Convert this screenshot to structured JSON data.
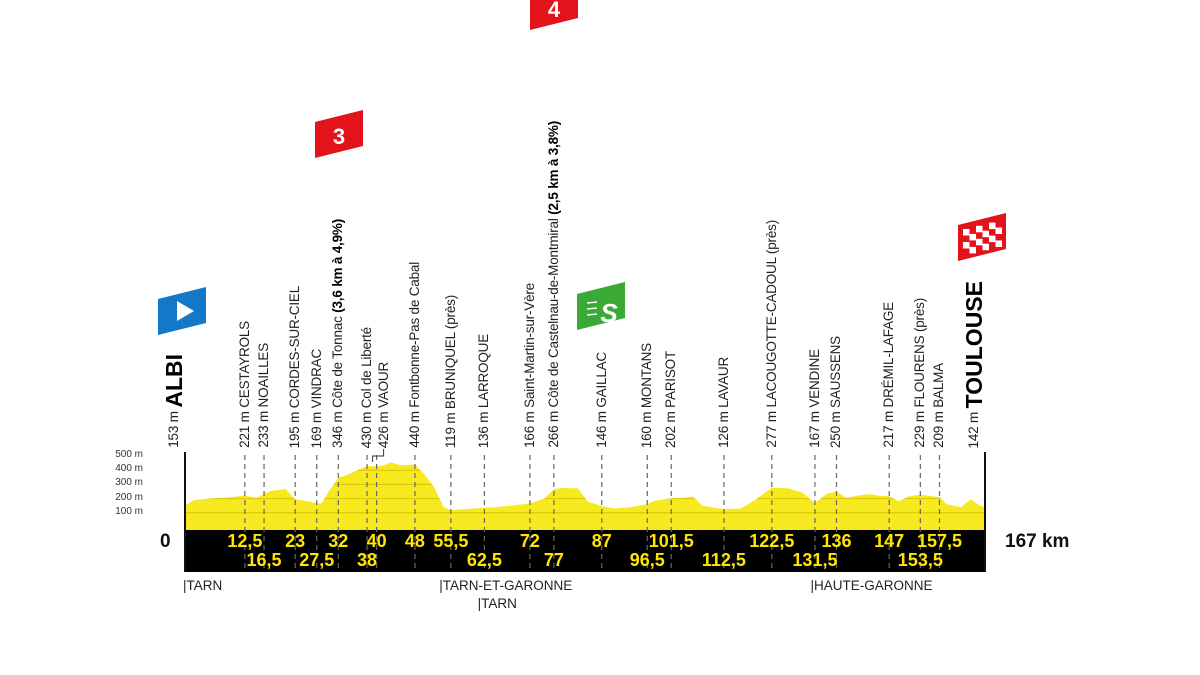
{
  "chart_data": {
    "type": "area",
    "xlim": [
      0,
      167
    ],
    "ylim": [
      0,
      500
    ],
    "y_ticks": [
      "100 m",
      "200 m",
      "300 m",
      "400 m",
      "500 m"
    ],
    "y_tick_values": [
      100,
      200,
      300,
      400,
      500
    ],
    "start_label": "0",
    "end_label": "167 km",
    "fill_color": "#f7e920",
    "grid_color": "#d9c400",
    "bar_color": "#000000",
    "km_color": "#ffe600",
    "profile": [
      [
        0,
        153
      ],
      [
        2,
        190
      ],
      [
        5,
        200
      ],
      [
        8,
        205
      ],
      [
        10,
        212
      ],
      [
        12.5,
        221
      ],
      [
        15,
        205
      ],
      [
        16.5,
        233
      ],
      [
        18,
        255
      ],
      [
        20,
        262
      ],
      [
        21,
        270
      ],
      [
        22,
        230
      ],
      [
        23,
        195
      ],
      [
        25,
        185
      ],
      [
        27.5,
        169
      ],
      [
        28.5,
        165
      ],
      [
        30,
        250
      ],
      [
        32,
        346
      ],
      [
        34,
        370
      ],
      [
        36,
        400
      ],
      [
        38,
        430
      ],
      [
        40,
        426
      ],
      [
        42,
        440
      ],
      [
        43,
        455
      ],
      [
        45,
        435
      ],
      [
        48,
        440
      ],
      [
        50,
        370
      ],
      [
        52,
        280
      ],
      [
        54,
        140
      ],
      [
        55.5,
        119
      ],
      [
        58,
        125
      ],
      [
        60,
        130
      ],
      [
        62.5,
        136
      ],
      [
        65,
        140
      ],
      [
        68,
        150
      ],
      [
        72,
        166
      ],
      [
        75,
        200
      ],
      [
        77,
        266
      ],
      [
        79,
        275
      ],
      [
        82,
        272
      ],
      [
        84,
        180
      ],
      [
        87,
        146
      ],
      [
        90,
        130
      ],
      [
        93,
        140
      ],
      [
        96.5,
        160
      ],
      [
        98,
        185
      ],
      [
        101.5,
        202
      ],
      [
        104,
        205
      ],
      [
        106,
        215
      ],
      [
        108,
        150
      ],
      [
        112.5,
        126
      ],
      [
        116,
        130
      ],
      [
        119,
        190
      ],
      [
        122.5,
        277
      ],
      [
        126,
        272
      ],
      [
        129,
        240
      ],
      [
        131.5,
        167
      ],
      [
        134,
        235
      ],
      [
        136,
        250
      ],
      [
        138,
        205
      ],
      [
        141,
        225
      ],
      [
        143,
        232
      ],
      [
        145,
        220
      ],
      [
        147,
        217
      ],
      [
        149,
        180
      ],
      [
        151,
        215
      ],
      [
        153.5,
        229
      ],
      [
        157.5,
        209
      ],
      [
        159,
        160
      ],
      [
        162,
        140
      ],
      [
        164,
        195
      ],
      [
        166,
        150
      ],
      [
        167,
        142
      ]
    ]
  },
  "waypoints": [
    {
      "km": 0,
      "alt": "153 m",
      "name": "ALBI",
      "detail": "",
      "type": "start"
    },
    {
      "km": 12.5,
      "alt": "221 m",
      "name": "CESTAYROLS",
      "detail": ""
    },
    {
      "km": 16.5,
      "alt": "233 m",
      "name": "NOAILLES",
      "detail": ""
    },
    {
      "km": 23,
      "alt": "195 m",
      "name": "CORDES-SUR-CIEL",
      "detail": ""
    },
    {
      "km": 27.5,
      "alt": "169 m",
      "name": "VINDRAC",
      "detail": ""
    },
    {
      "km": 32,
      "alt": "346 m",
      "name": "Côte de Tonnac",
      "detail": "(3,6 km à 4,9%)",
      "category": "3"
    },
    {
      "km": 38,
      "alt": "430 m",
      "name": "Col de Liberté",
      "detail": ""
    },
    {
      "km": 40,
      "alt": "426 m",
      "name": "VAOUR",
      "detail": "",
      "offset": true
    },
    {
      "km": 48,
      "alt": "440 m",
      "name": "Fontbonne-Pas de Cabal",
      "detail": ""
    },
    {
      "km": 55.5,
      "alt": "119 m",
      "name": "BRUNIQUEL (près)",
      "detail": ""
    },
    {
      "km": 62.5,
      "alt": "136 m",
      "name": "LARROQUE",
      "detail": ""
    },
    {
      "km": 72,
      "alt": "166 m",
      "name": "Saint-Martin-sur-Vère",
      "detail": ""
    },
    {
      "km": 77,
      "alt": "266 m",
      "name": "Côte de Castelnau-de-Montmiral",
      "detail": "(2,5 km à 3,8%)",
      "category": "4"
    },
    {
      "km": 87,
      "alt": "146 m",
      "name": "GAILLAC",
      "detail": "",
      "sprint": true
    },
    {
      "km": 96.5,
      "alt": "160 m",
      "name": "MONTANS",
      "detail": ""
    },
    {
      "km": 101.5,
      "alt": "202 m",
      "name": "PARISOT",
      "detail": ""
    },
    {
      "km": 112.5,
      "alt": "126 m",
      "name": "LAVAUR",
      "detail": ""
    },
    {
      "km": 122.5,
      "alt": "277 m",
      "name": "LACOUGOTTE-CADOUL (près)",
      "detail": ""
    },
    {
      "km": 131.5,
      "alt": "167 m",
      "name": "VENDINE",
      "detail": ""
    },
    {
      "km": 136,
      "alt": "250 m",
      "name": "SAUSSENS",
      "detail": ""
    },
    {
      "km": 147,
      "alt": "217 m",
      "name": "DRÉMIL-LAFAGE",
      "detail": ""
    },
    {
      "km": 153.5,
      "alt": "229 m",
      "name": "FLOURENS (près)",
      "detail": ""
    },
    {
      "km": 157.5,
      "alt": "209 m",
      "name": "BALMA",
      "detail": ""
    },
    {
      "km": 167,
      "alt": "142 m",
      "name": "TOULOUSE",
      "detail": "",
      "type": "finish"
    }
  ],
  "km_labels": [
    {
      "km": 12.5,
      "text": "12,5",
      "row": 1
    },
    {
      "km": 16.5,
      "text": "16,5",
      "row": 2
    },
    {
      "km": 23,
      "text": "23",
      "row": 1
    },
    {
      "km": 27.5,
      "text": "27,5",
      "row": 2
    },
    {
      "km": 32,
      "text": "32",
      "row": 1
    },
    {
      "km": 38,
      "text": "38",
      "row": 2
    },
    {
      "km": 40,
      "text": "40",
      "row": 1
    },
    {
      "km": 48,
      "text": "48",
      "row": 1
    },
    {
      "km": 55.5,
      "text": "55,5",
      "row": 1
    },
    {
      "km": 62.5,
      "text": "62,5",
      "row": 2
    },
    {
      "km": 72,
      "text": "72",
      "row": 1
    },
    {
      "km": 77,
      "text": "77",
      "row": 2
    },
    {
      "km": 87,
      "text": "87",
      "row": 1
    },
    {
      "km": 96.5,
      "text": "96,5",
      "row": 2
    },
    {
      "km": 101.5,
      "text": "101,5",
      "row": 1
    },
    {
      "km": 112.5,
      "text": "112,5",
      "row": 2
    },
    {
      "km": 122.5,
      "text": "122,5",
      "row": 1
    },
    {
      "km": 131.5,
      "text": "131,5",
      "row": 2
    },
    {
      "km": 136,
      "text": "136",
      "row": 1
    },
    {
      "km": 147,
      "text": "147",
      "row": 1
    },
    {
      "km": 153.5,
      "text": "153,5",
      "row": 2
    },
    {
      "km": 157.5,
      "text": "157,5",
      "row": 1
    }
  ],
  "regions": [
    {
      "km": 0,
      "text": "|TARN",
      "row": 1
    },
    {
      "km": 53.5,
      "text": "|TARN-ET-GARONNE",
      "row": 1
    },
    {
      "km": 61.5,
      "text": "|TARN",
      "row": 2
    },
    {
      "km": 131,
      "text": "|HAUTE-GARONNE",
      "row": 1
    }
  ],
  "markers": {
    "start_icon": "start-play-flag",
    "finish_icon": "checkered-flag",
    "sprint_icon": "sprint-s",
    "climb_3": "3",
    "climb_4": "4",
    "colors": {
      "start": "#1478c8",
      "climb": "#e3131b",
      "sprint": "#3aa935",
      "finish": "#e3131b"
    }
  }
}
